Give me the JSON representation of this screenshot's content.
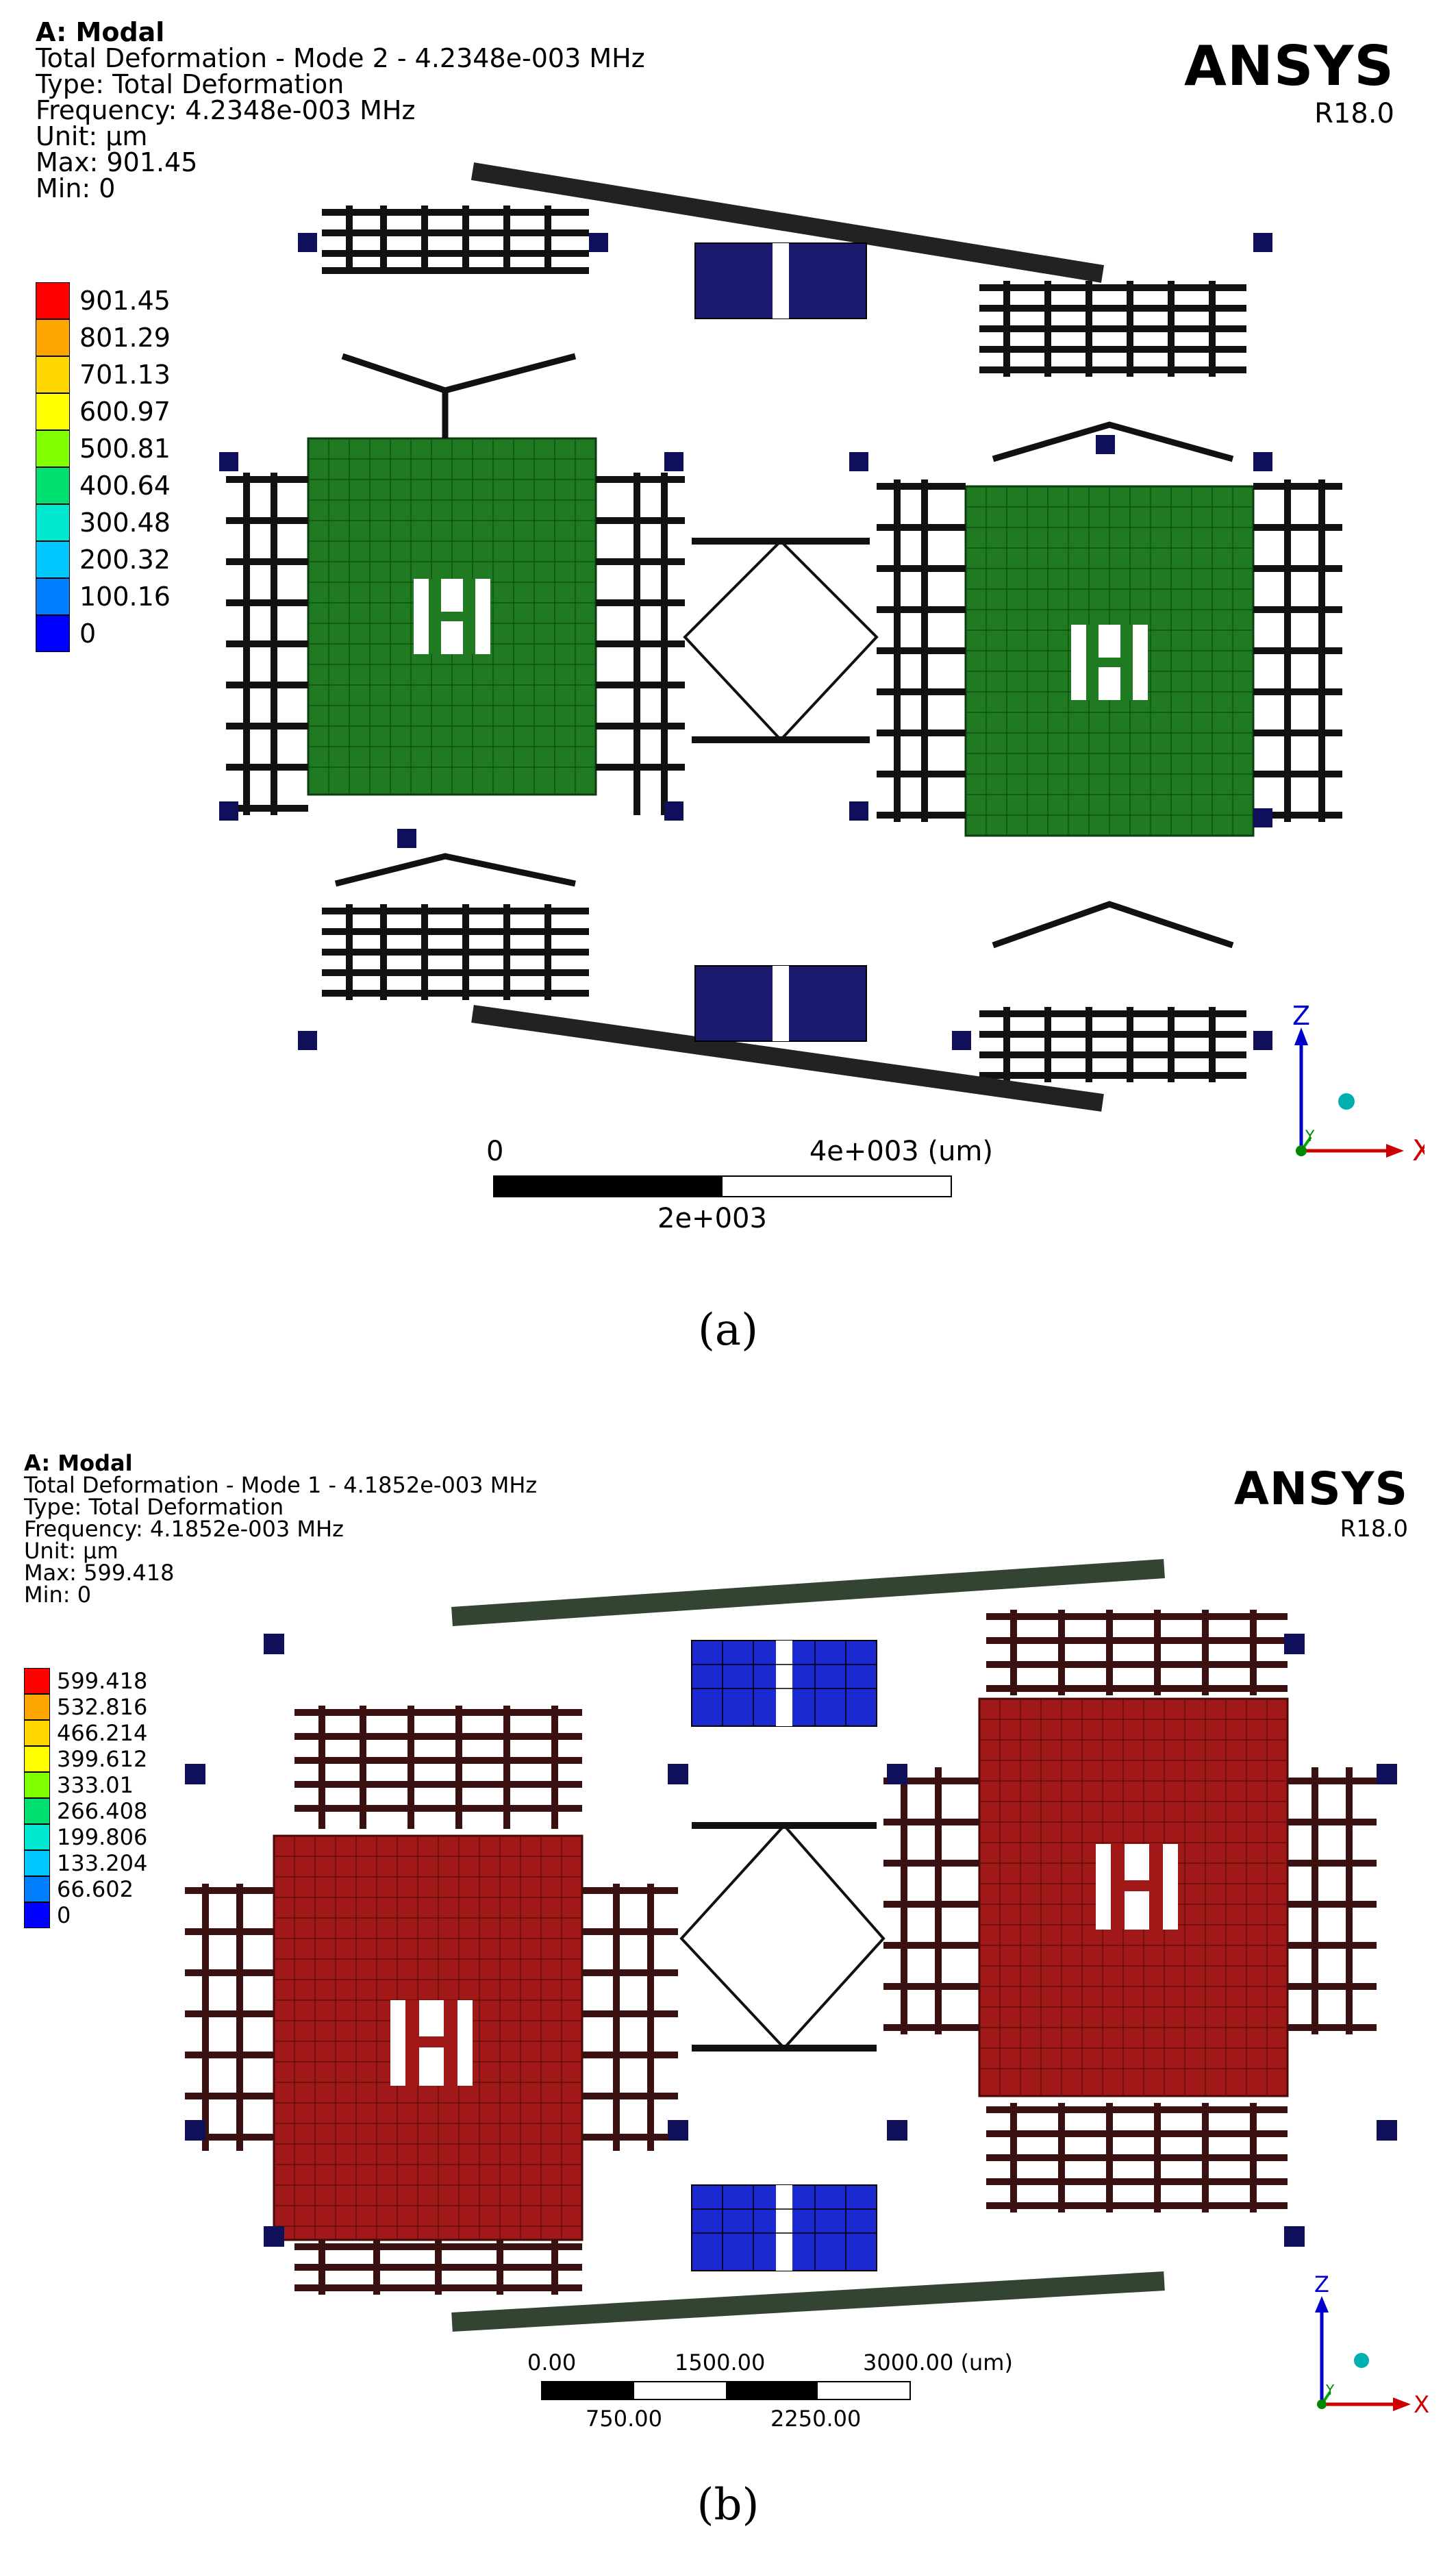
{
  "panels": [
    {
      "title": "A: Modal",
      "lines": [
        "Total Deformation - Mode 2 - 4.2348e-003 MHz",
        "Type: Total Deformation",
        "Frequency: 4.2348e-003 MHz",
        "Unit: µm",
        "Max: 901.45",
        "Min: 0"
      ],
      "legend": [
        "901.45",
        "801.29",
        "701.13",
        "600.97",
        "500.81",
        "400.64",
        "300.48",
        "200.32",
        "100.16",
        "0"
      ],
      "logo": {
        "brand": "ANSYS",
        "version": "R18.0"
      },
      "scale": {
        "top_labels": [
          "0",
          "4e+003 (um)"
        ],
        "bottom_labels": [
          "2e+003"
        ]
      },
      "triad": {
        "z": "Z",
        "x": "X",
        "y": "Y"
      },
      "caption": "(a)",
      "mass_color": "#1f7a22",
      "frame_color": "#111111"
    },
    {
      "title": "A: Modal",
      "lines": [
        "Total Deformation - Mode 1 - 4.1852e-003 MHz",
        "Type: Total Deformation",
        "Frequency: 4.1852e-003 MHz",
        "Unit: µm",
        "Max: 599.418",
        "Min: 0"
      ],
      "legend": [
        "599.418",
        "532.816",
        "466.214",
        "399.612",
        "333.01",
        "266.408",
        "199.806",
        "133.204",
        "66.602",
        "0"
      ],
      "logo": {
        "brand": "ANSYS",
        "version": "R18.0"
      },
      "scale": {
        "top_labels": [
          "0.00",
          "1500.00",
          "3000.00 (um)"
        ],
        "bottom_labels": [
          "750.00",
          "2250.00"
        ]
      },
      "triad": {
        "z": "Z",
        "x": "X",
        "y": "Y"
      },
      "caption": "(b)",
      "mass_color": "#a01818",
      "frame_color": "#3a1010"
    }
  ],
  "legend_colors": [
    "#ff0000",
    "#ffa500",
    "#ffd700",
    "#ffff00",
    "#7fff00",
    "#00e070",
    "#00e8d0",
    "#00c8ff",
    "#0080ff",
    "#0000ff"
  ]
}
